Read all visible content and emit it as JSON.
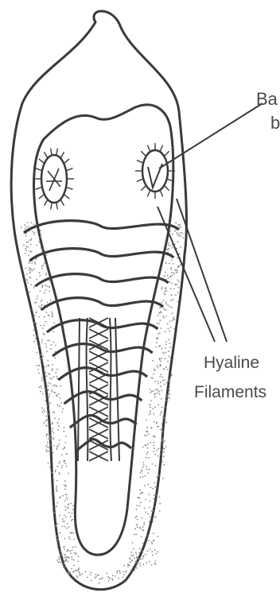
{
  "labels": {
    "basal_cut_line1": "Ba",
    "basal_cut_line2": "b",
    "hyaline_line1": "Hyaline",
    "hyaline_line2": "Filaments"
  },
  "colors": {
    "ink": "#3a3a3a",
    "stipple": "#8a8a8a",
    "background": "#ffffff"
  }
}
